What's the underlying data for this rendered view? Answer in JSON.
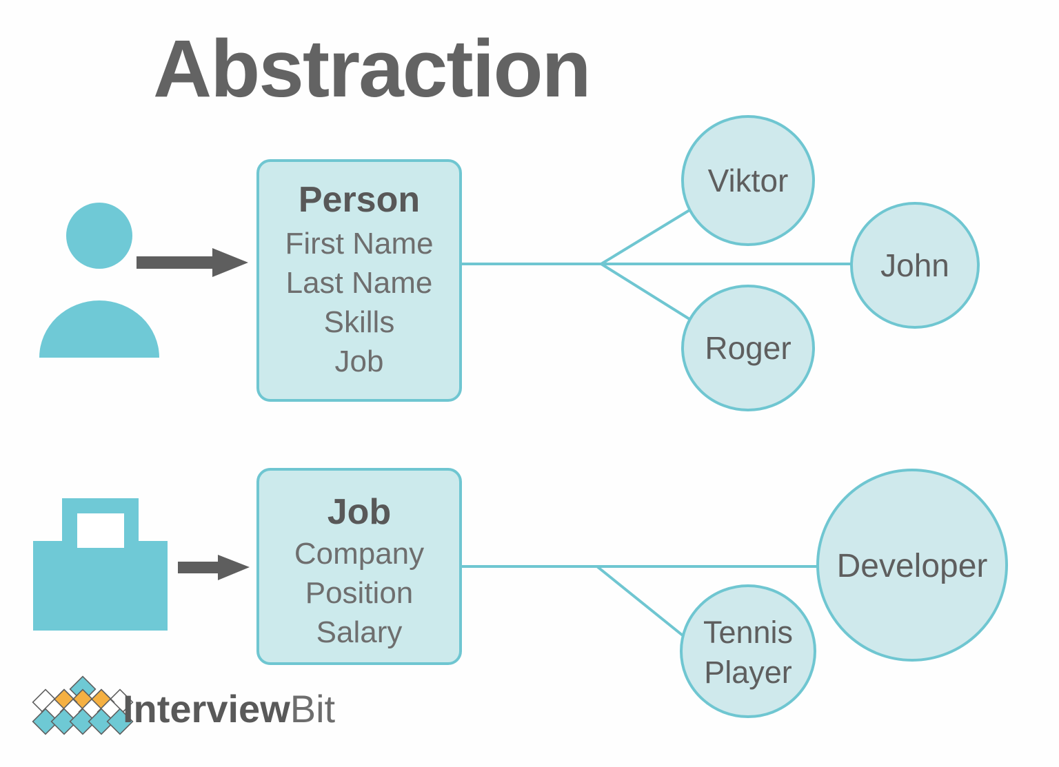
{
  "page": {
    "title": "Abstraction",
    "background": "#fefefe"
  },
  "colors": {
    "title_gray": "#636363",
    "text_gray": "#6e6e6e",
    "box_fill": "#cceaec",
    "box_border": "#6fc6d1",
    "circle_fill": "#cfe9ec",
    "circle_border": "#6fc6d1",
    "icon_teal": "#6fc9d6",
    "arrow_gray": "#5e5e5e",
    "connector_teal": "#6fc6d1",
    "logo_teal": "#6ec9d4",
    "logo_orange": "#f5b042",
    "logo_outline": "#5f5f5f"
  },
  "icons": {
    "person": "person-icon",
    "briefcase": "briefcase-icon",
    "arrow_top": "arrow-right-icon",
    "arrow_bottom": "arrow-right-icon"
  },
  "entities": [
    {
      "id": "person",
      "name": "Person",
      "attributes": [
        "First Name",
        "Last Name",
        "Skills",
        "Job"
      ],
      "instances": [
        "Viktor",
        "John",
        "Roger"
      ]
    },
    {
      "id": "job",
      "name": "Job",
      "attributes": [
        "Company",
        "Position",
        "Salary"
      ],
      "instances": [
        "Developer",
        "Tennis Player"
      ]
    }
  ],
  "person_box": {
    "title": "Person",
    "attr0": "First Name",
    "attr1": "Last Name",
    "attr2": "Skills",
    "attr3": "Job"
  },
  "job_box": {
    "title": "Job",
    "attr0": "Company",
    "attr1": "Position",
    "attr2": "Salary"
  },
  "nodes": {
    "viktor": "Viktor",
    "john": "John",
    "roger": "Roger",
    "developer": "Developer",
    "tennis_line1": "Tennis",
    "tennis_line2": "Player"
  },
  "logo": {
    "word_bold": "Interview",
    "word_light": "Bit",
    "alt": "InterviewBit"
  }
}
